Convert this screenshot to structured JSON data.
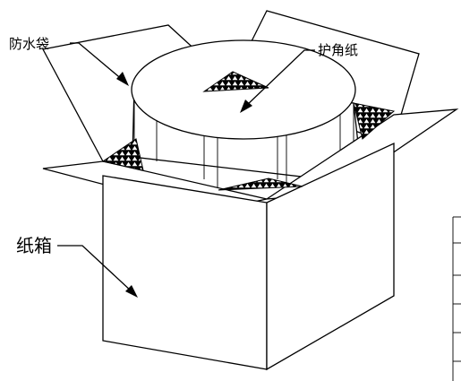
{
  "labels": {
    "bag": "防水袋",
    "corner_paper": "护角纸",
    "carton": "纸箱"
  },
  "colors": {
    "line": "#000000",
    "background": "#ffffff"
  }
}
